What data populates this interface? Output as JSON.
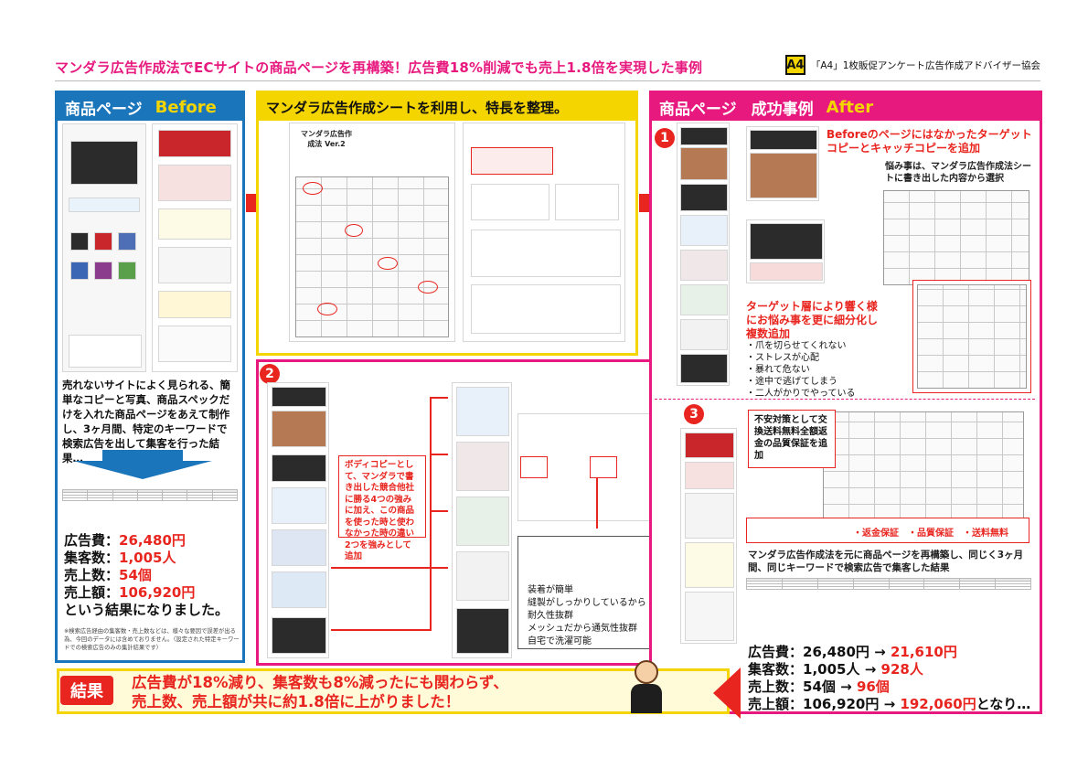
{
  "header": {
    "title": "マンダラ広告作成法でECサイトの商品ページを再構築！広告費18%削減でも売上1.8倍を実現した事例",
    "org_logo": "A4",
    "org_name": "「A4」1枚販促アンケート広告作成アドバイザー協会"
  },
  "before_panel": {
    "head_label": "商品ページ",
    "head_accent": "Before",
    "description": "売れないサイトによく見られる、簡単なコピーと写真、商品スペックだけを入れた商品ページをあえて制作し、3ヶ月間、特定のキーワードで検索広告を出して集客を行った結果…",
    "stats": [
      {
        "label": "広告費：",
        "value": "26,480円"
      },
      {
        "label": "集客数：",
        "value": "1,005人"
      },
      {
        "label": "売上数：",
        "value": "54個"
      },
      {
        "label": "売上額：",
        "value": "106,920円"
      }
    ],
    "conclusion": "という結果になりました。",
    "footnote": "※検索広告経由の集客数・売上数などは、様々な要因で誤差が出る為、今回のデータには含めておりません。（設定された特定キーワードでの検索広告のみの集計結果です）"
  },
  "mandala_panel": {
    "head_label": "マンダラ広告作成シートを利用し、特長を整理。",
    "sheet_title": "マンダラ広告作成法 Ver.2"
  },
  "step2_panel": {
    "step_number": "2",
    "callout": "ボディコピーとして、マンダラで書き出した競合他社に勝る4つの強みに加え、この商品を使った時と使わなかった時の違い2つを強みとして追加",
    "bullets": [
      "装着が簡単",
      "縫製がしっかりしているから耐久性抜群",
      "メッシュだから通気性抜群",
      "自宅で洗濯可能"
    ]
  },
  "after_panel": {
    "head_label": "商品ページ",
    "head_mid": "成功事例",
    "head_accent": "After",
    "step1": {
      "number": "1",
      "note": "Beforeのページにはなかったターゲットコピーとキャッチコピーを追加",
      "worry_note": "悩み事は、マンダラ広告作成法シートに書き出した内容から選択",
      "target_note": "ターゲット層により響く様にお悩み事を更に細分化し複数追加",
      "worries": [
        "・爪を切らせてくれない",
        "・ストレスが心配",
        "・暴れて危ない",
        "・途中で逃げてしまう",
        "・二人がかりでやっている"
      ]
    },
    "step3": {
      "number": "3",
      "note": "不安対策として交換送料無料全額返金の品質保証を追加",
      "tags": [
        "・返金保証",
        "・品質保証",
        "・送料無料"
      ]
    },
    "result_note": "マンダラ広告作成法を元に商品ページを再構築し、同じく3ヶ月間、同じキーワードで検索広告で集客した結果",
    "stats": [
      {
        "label": "広告費：",
        "before": "26,480円",
        "after": "21,610円",
        "tail": ""
      },
      {
        "label": "集客数：",
        "before": "1,005人",
        "after": "928人",
        "tail": ""
      },
      {
        "label": "売上数：",
        "before": "54個",
        "after": "96個",
        "tail": ""
      },
      {
        "label": "売上額：",
        "before": "106,920円",
        "after": "192,060円",
        "tail": "となり…"
      }
    ],
    "arrow": "→"
  },
  "result": {
    "tag": "結果",
    "line1": "広告費が18%減り、集客数も8%減ったにも関わらず、",
    "line2": "売上数、売上額が共に約1.8倍に上がりました！"
  },
  "colors": {
    "pink": "#e7197f",
    "blue": "#1b75bb",
    "yellow": "#f4d500",
    "red": "#e8251f"
  }
}
